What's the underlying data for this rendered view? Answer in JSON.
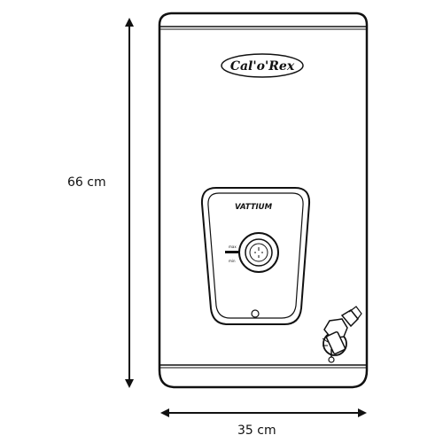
{
  "dimensions": {
    "height_label": "66 cm",
    "width_label": "35 cm"
  },
  "product": {
    "brand_logo_text": "Cal'o'Rex",
    "model_text": "VATTIUM",
    "dial_min_text": "min",
    "dial_max_text": "max"
  },
  "colors": {
    "outline": "#111111",
    "fill": "#ffffff",
    "panel_shade": "#e6e6e6"
  }
}
